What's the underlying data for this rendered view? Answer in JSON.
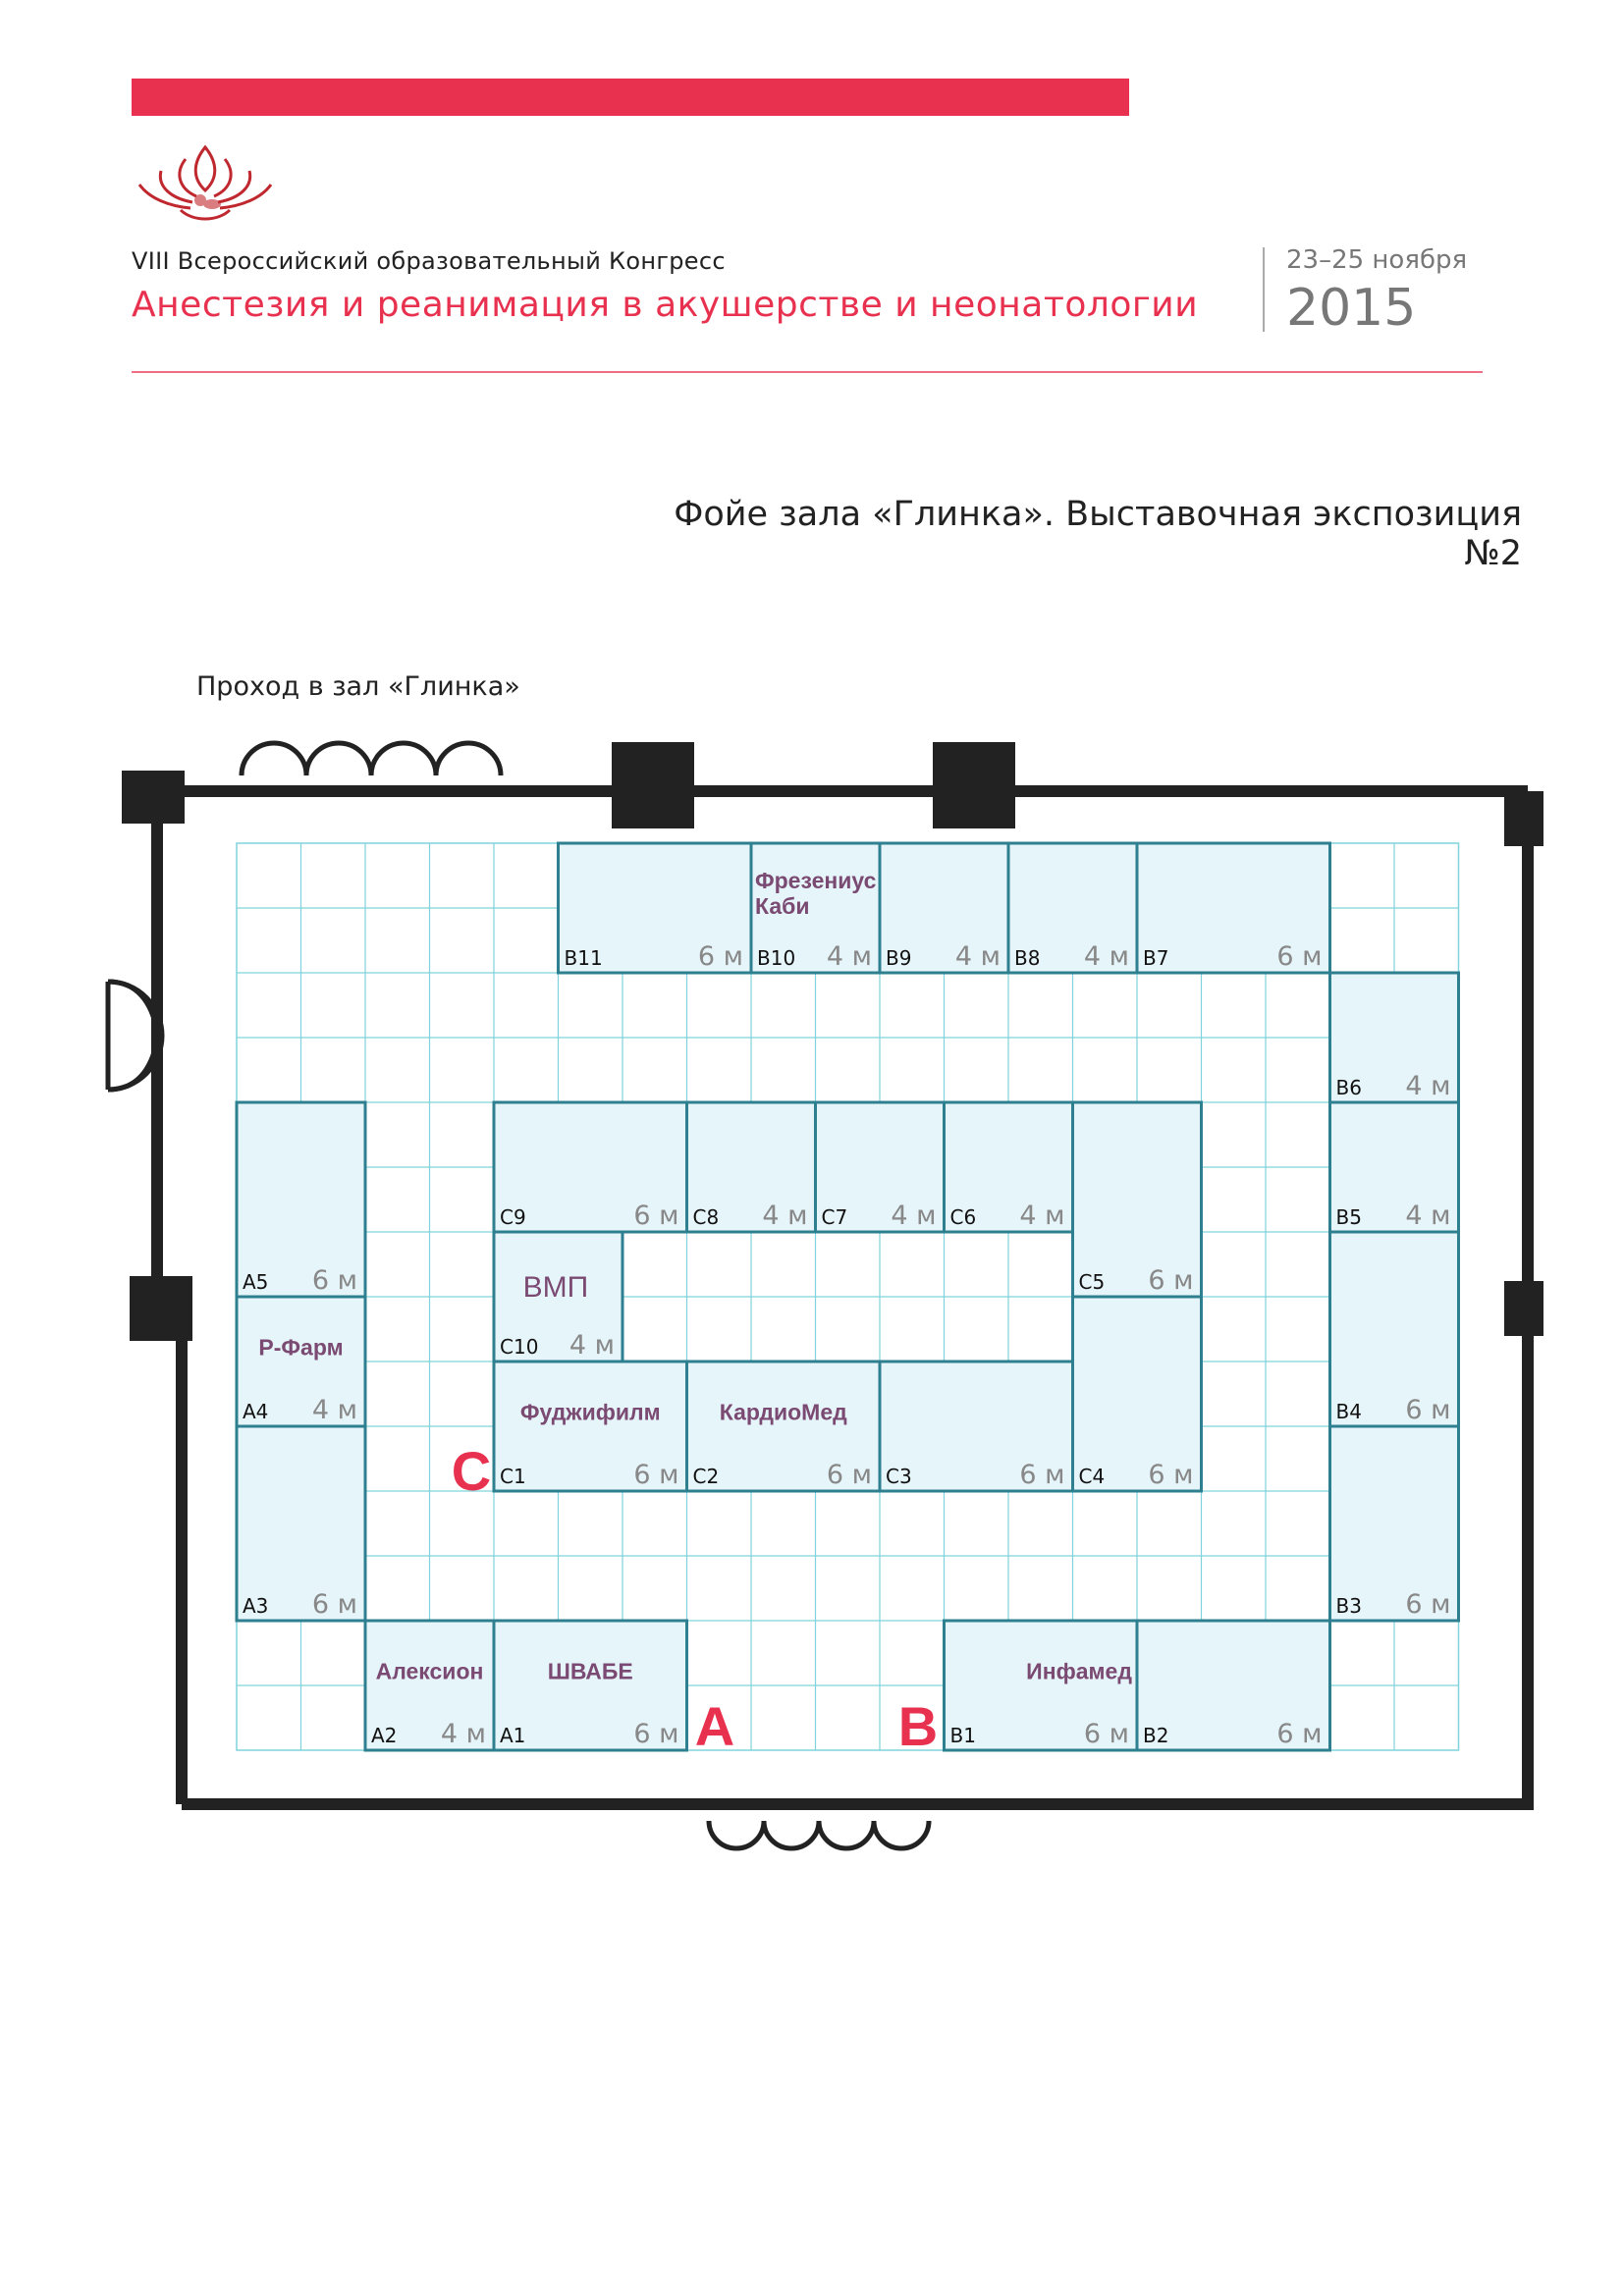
{
  "header": {
    "congress_line1": "VIII Всероссийский образовательный Конгресс",
    "congress_line2": "Анестезия и реанимация в акушерстве и неонатологии",
    "dates": "23–25 ноября",
    "year": "2015",
    "logo_icon": "lotus-logo-icon"
  },
  "title": "Фойе зала «Глинка». Выставочная экспозиция №2",
  "entrance_label": "Проход в зал «Глинка»",
  "colors": {
    "brand_red": "#e8314f",
    "booth_fill": "#e6f5fa",
    "booth_border": "#2e7f8f",
    "grid_line": "#7fd3dc",
    "wall": "#222222",
    "company_text": "#7a4a72"
  },
  "zones": [
    "A",
    "B",
    "C"
  ],
  "booths": [
    {
      "id": "B11",
      "size": "6 м",
      "company": ""
    },
    {
      "id": "B10",
      "size": "4 м",
      "company": "Фрезениус Каби"
    },
    {
      "id": "B9",
      "size": "4 м",
      "company": ""
    },
    {
      "id": "B8",
      "size": "4 м",
      "company": ""
    },
    {
      "id": "B7",
      "size": "6 м",
      "company": ""
    },
    {
      "id": "B6",
      "size": "4 м",
      "company": ""
    },
    {
      "id": "B5",
      "size": "4 м",
      "company": ""
    },
    {
      "id": "B4",
      "size": "6 м",
      "company": ""
    },
    {
      "id": "B3",
      "size": "6 м",
      "company": ""
    },
    {
      "id": "B2",
      "size": "6 м",
      "company": ""
    },
    {
      "id": "B1",
      "size": "6 м",
      "company": "Инфамед"
    },
    {
      "id": "A5",
      "size": "6 м",
      "company": ""
    },
    {
      "id": "A4",
      "size": "4 м",
      "company": "Р-Фарм"
    },
    {
      "id": "A3",
      "size": "6 м",
      "company": ""
    },
    {
      "id": "A2",
      "size": "4 м",
      "company": "Алексион"
    },
    {
      "id": "A1",
      "size": "6 м",
      "company": "ШВАБЕ"
    },
    {
      "id": "C9",
      "size": "6 м",
      "company": ""
    },
    {
      "id": "C8",
      "size": "4 м",
      "company": ""
    },
    {
      "id": "C7",
      "size": "4 м",
      "company": ""
    },
    {
      "id": "C6",
      "size": "4 м",
      "company": ""
    },
    {
      "id": "C5",
      "size": "6 м",
      "company": ""
    },
    {
      "id": "C10",
      "size": "4 м",
      "company": "ВМП"
    },
    {
      "id": "C1",
      "size": "6 м",
      "company": "Фуджифилм"
    },
    {
      "id": "C2",
      "size": "6 м",
      "company": "КардиоМед"
    },
    {
      "id": "C3",
      "size": "6 м",
      "company": ""
    },
    {
      "id": "C4",
      "size": "6 м",
      "company": ""
    }
  ]
}
